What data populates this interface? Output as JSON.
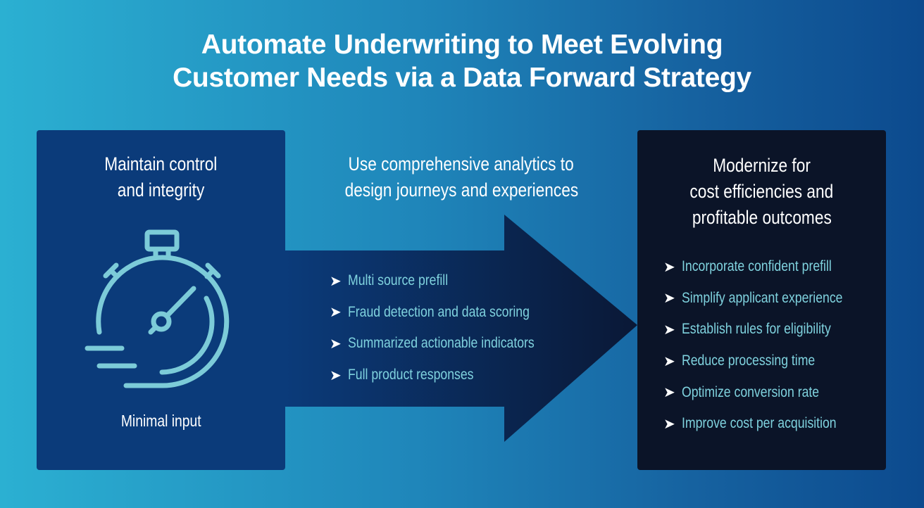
{
  "title": {
    "line1": "Automate Underwriting to Meet Evolving",
    "line2": "Customer Needs via a Data Forward Strategy"
  },
  "left_panel": {
    "heading_line1": "Maintain control",
    "heading_line2": "and integrity",
    "icon": "stopwatch-icon",
    "caption": "Minimal input"
  },
  "middle": {
    "heading_line1": "Use comprehensive analytics to",
    "heading_line2": "design journeys and experiences",
    "bullets": [
      "Multi source prefill",
      "Fraud detection and data scoring",
      "Summarized actionable indicators",
      "Full product responses"
    ]
  },
  "right_panel": {
    "heading_line1": "Modernize for",
    "heading_line2": "cost efficiencies and",
    "heading_line3": "profitable outcomes",
    "bullets": [
      "Incorporate confident prefill",
      "Simplify applicant experience",
      "Establish rules for eligibility",
      "Reduce processing time",
      "Optimize conversion rate",
      "Improve cost per acquisition"
    ]
  },
  "bullet_glyph": "➤",
  "colors": {
    "accent": "#7fd2de",
    "left_panel": "#0b3b7a",
    "right_panel": "#0b1428"
  }
}
